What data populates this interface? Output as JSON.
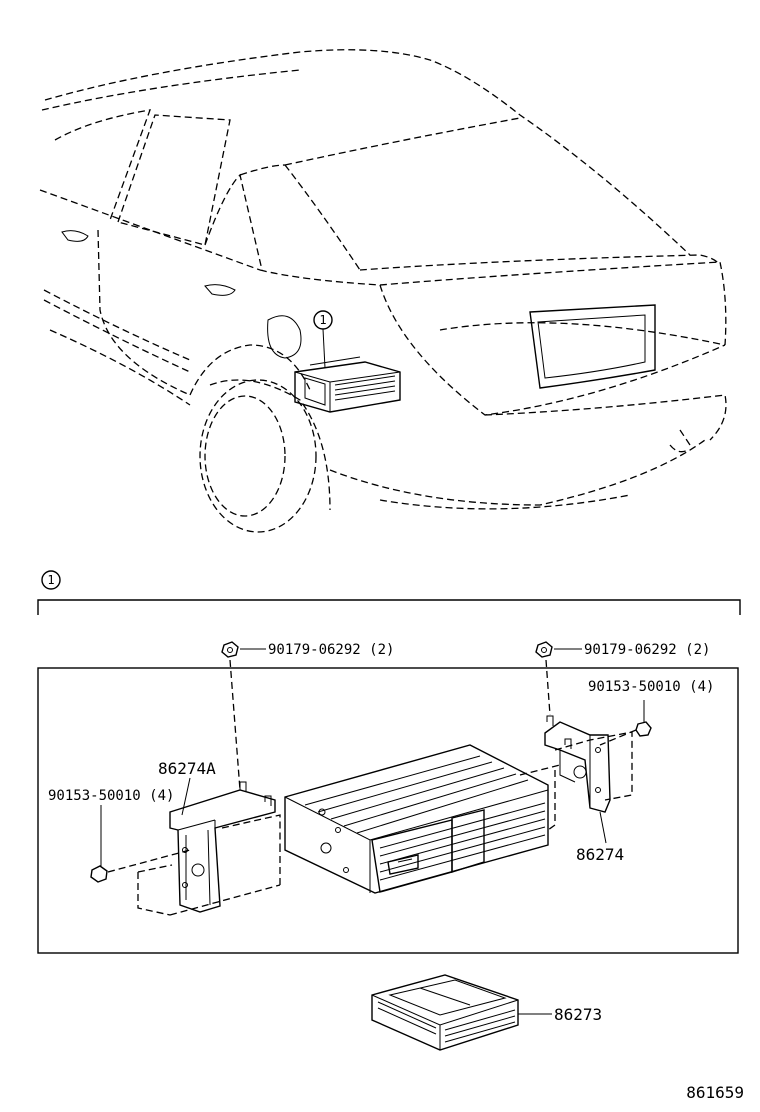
{
  "callout_number": "1",
  "section_callout_number": "1",
  "parts": {
    "nut_left": "90179-06292 (2)",
    "nut_right": "90179-06292 (2)",
    "bolt_right": "90153-50010 (4)",
    "bolt_left": "90153-50010 (4)",
    "bracket_left": "86274A",
    "bracket_right": "86274",
    "magazine": "86273"
  },
  "illustration_number": "861659",
  "colors": {
    "line": "#000000",
    "background": "#ffffff"
  }
}
